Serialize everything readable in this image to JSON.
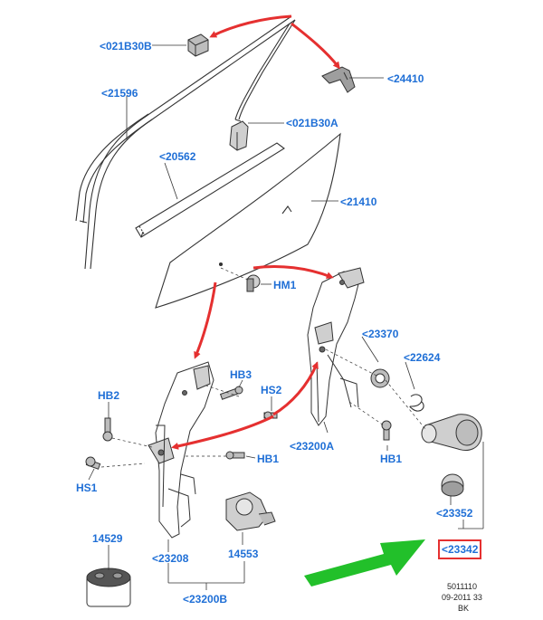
{
  "diagram": {
    "accent_label_color": "#1f6fd6",
    "arrow_color": "#e53030",
    "pointer_color": "#22c02a",
    "highlight_color": "#e53030",
    "labels": {
      "p021B30B": "<021B30B",
      "p21596": "<21596",
      "p24410": "<24410",
      "p021B30A": "<021B30A",
      "p20562": "<20562",
      "p21410": "<21410",
      "pHM1": "HM1",
      "p23370": "<23370",
      "p22624": "<22624",
      "pHB3": "HB3",
      "pHB2": "HB2",
      "pHS2": "HS2",
      "p23200A": "<23200A",
      "pHB1a": "HB1",
      "pHB1b": "HB1",
      "pHS1": "HS1",
      "p23352": "<23352",
      "p23342": "<23342",
      "p14529": "14529",
      "p23208": "<23208",
      "p14553": "14553",
      "p23200B": "<23200B"
    },
    "stamp": {
      "line1": "5011110",
      "line2": "09-2011 33",
      "line3": "BK"
    }
  }
}
